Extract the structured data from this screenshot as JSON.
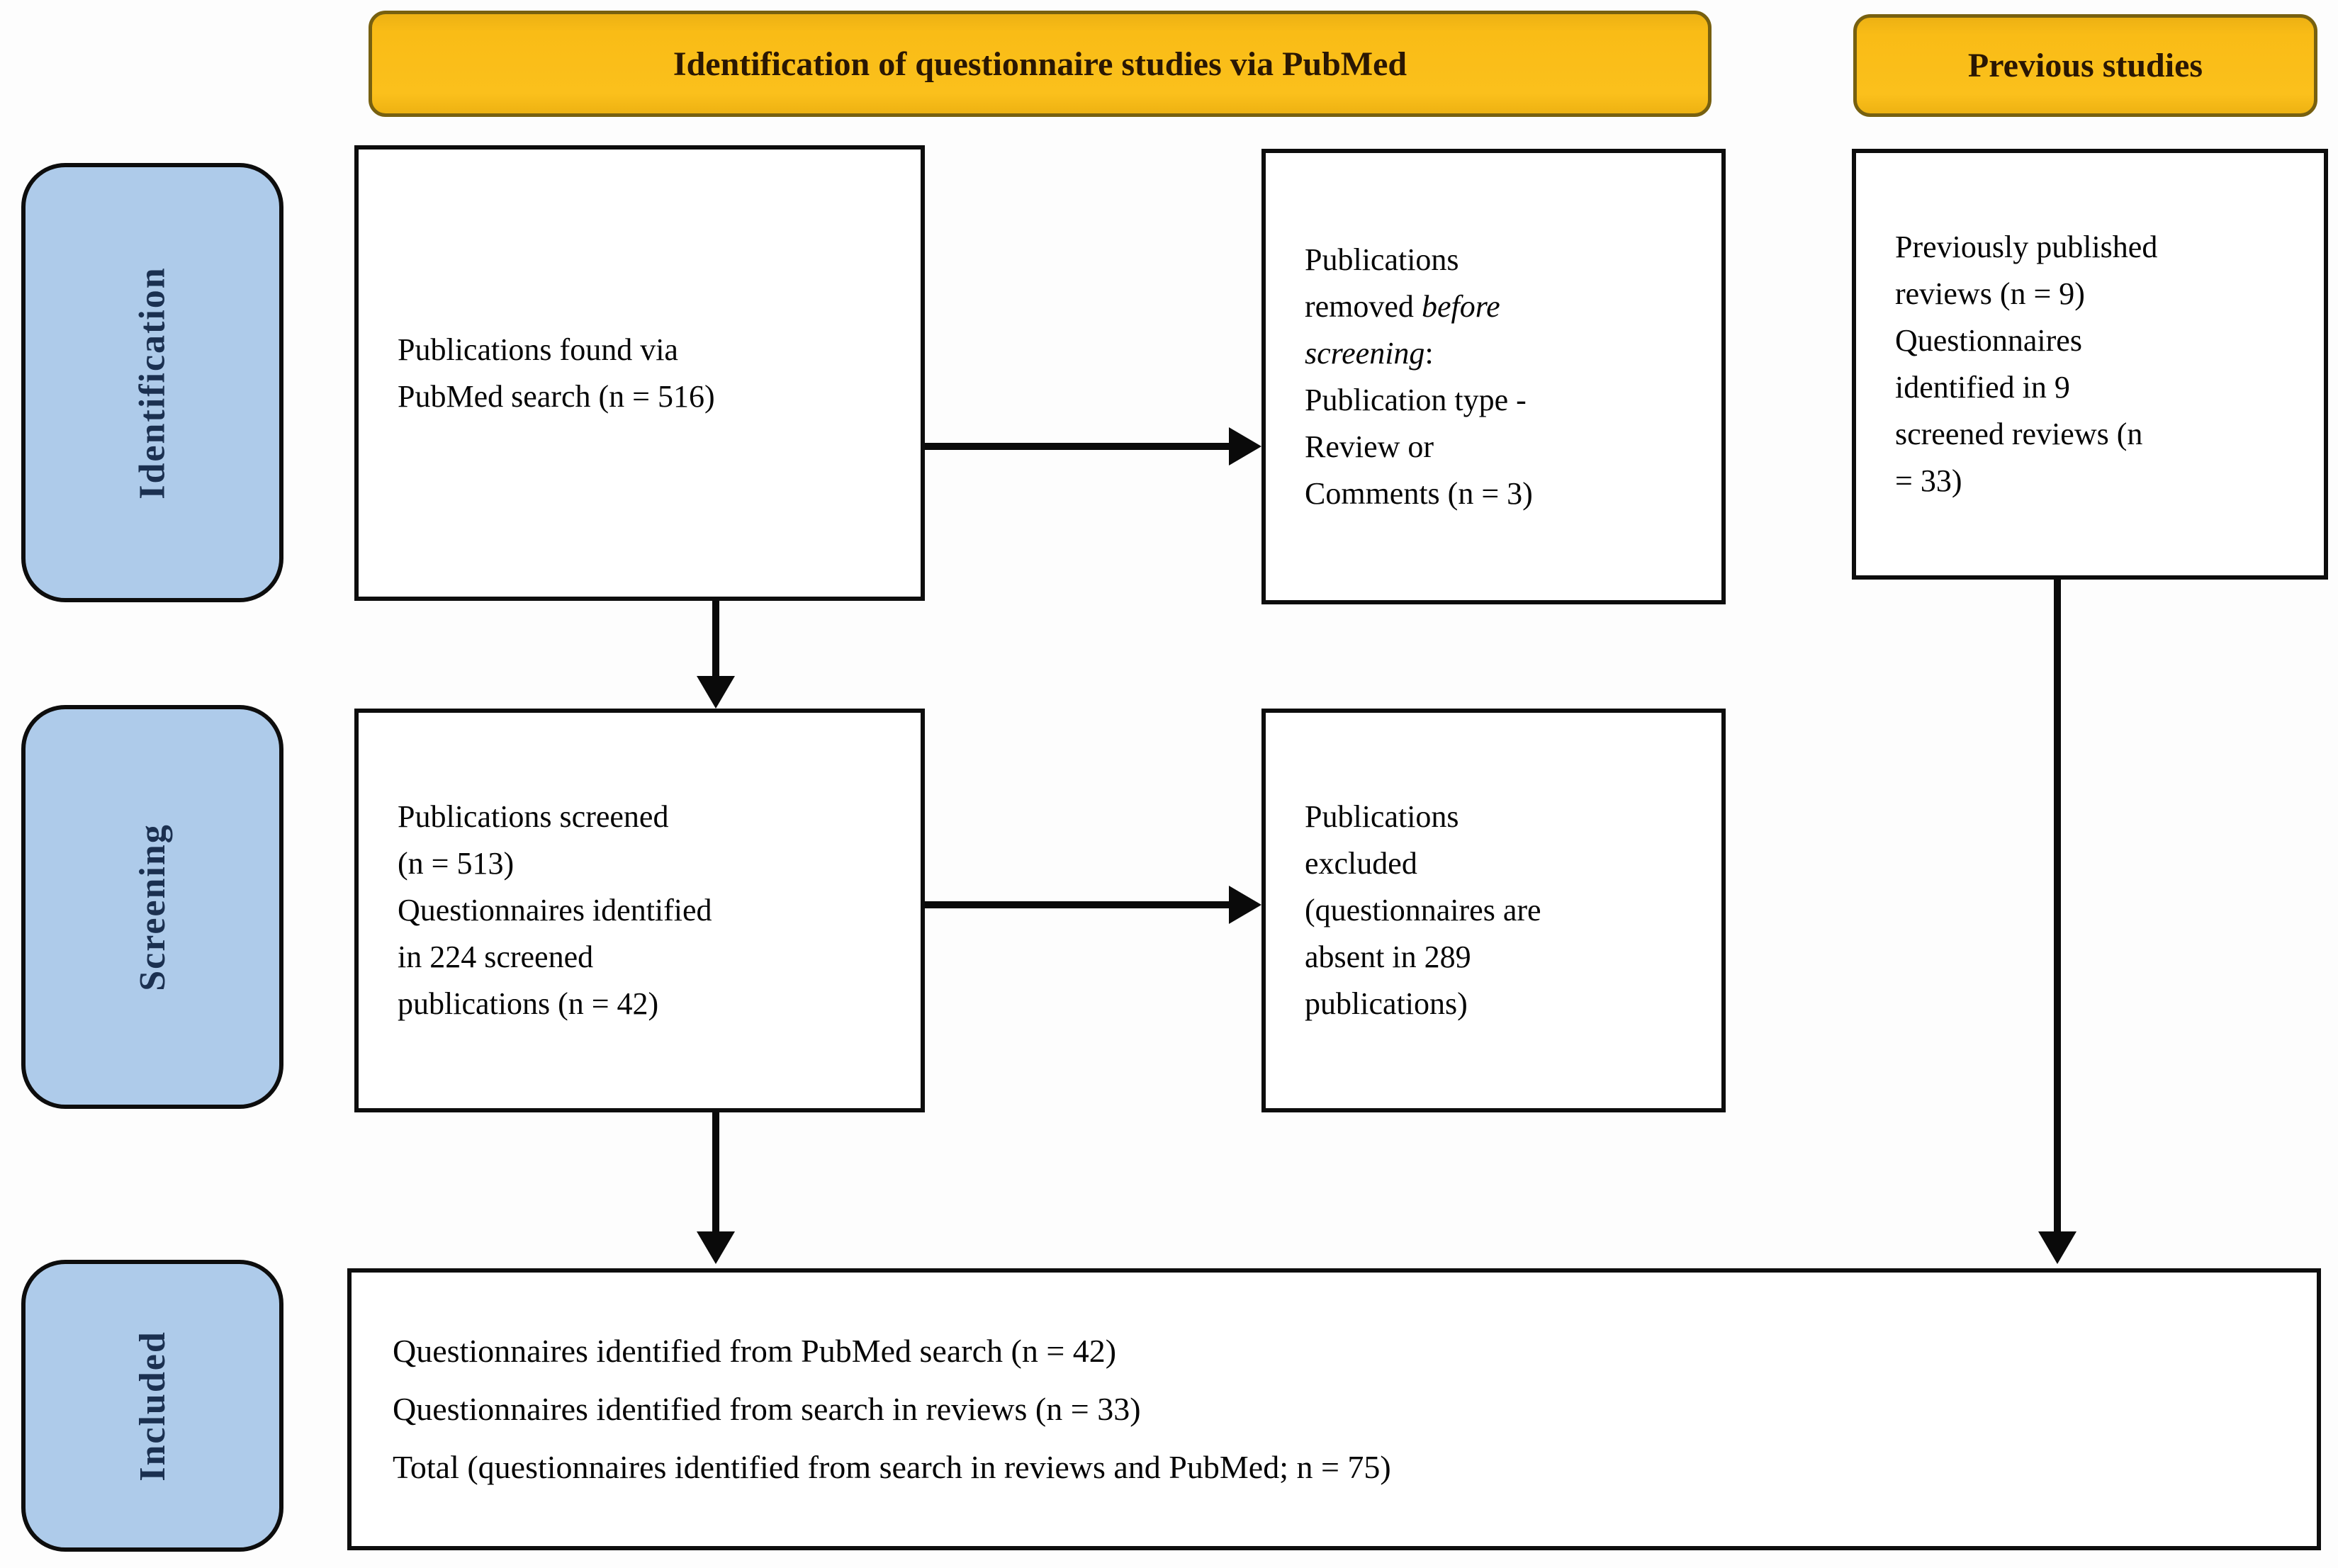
{
  "headers": {
    "pubmed": "Identification of questionnaire studies via PubMed",
    "previous": "Previous studies"
  },
  "stages": {
    "identification": "Identification",
    "screening": "Screening",
    "included": "Included"
  },
  "boxes": {
    "found": "Publications found via\nPubMed search (n = 516)",
    "removed_prefix": "Publications\nremoved ",
    "removed_italic": "before\nscreening",
    "removed_suffix": ":\nPublication type -\nReview or\nComments (n = 3)",
    "previous_reviews": "Previously published\nreviews (n = 9)\nQuestionnaires\nidentified in 9\nscreened reviews (n\n= 33)",
    "screened": "Publications screened\n(n = 513)\nQuestionnaires identified\nin 224 screened\npublications (n = 42)",
    "excluded": "Publications\nexcluded\n(questionnaires are\nabsent in 289\npublications)",
    "included_summary": "Questionnaires identified from PubMed search (n = 42)\nQuestionnaires identified from search in reviews (n = 33)\nTotal (questionnaires identified from search in reviews and PubMed; n = 75)"
  },
  "counts": {
    "pubmed_found": 516,
    "removed_before_screening": 3,
    "screened": 513,
    "questionnaires_from_pubmed": 42,
    "excluded_publications": 289,
    "previous_reviews": 9,
    "questionnaires_from_reviews": 33,
    "total_questionnaires": 75
  },
  "colors": {
    "header_fill": "#f9bc16",
    "header_border": "#776010",
    "header_text": "#2a1703",
    "stage_fill": "#aecbea",
    "stage_text": "#1b3050",
    "box_border": "#0d0d0d",
    "arrow": "#0a0a0a",
    "background": "#fdfdfd"
  }
}
